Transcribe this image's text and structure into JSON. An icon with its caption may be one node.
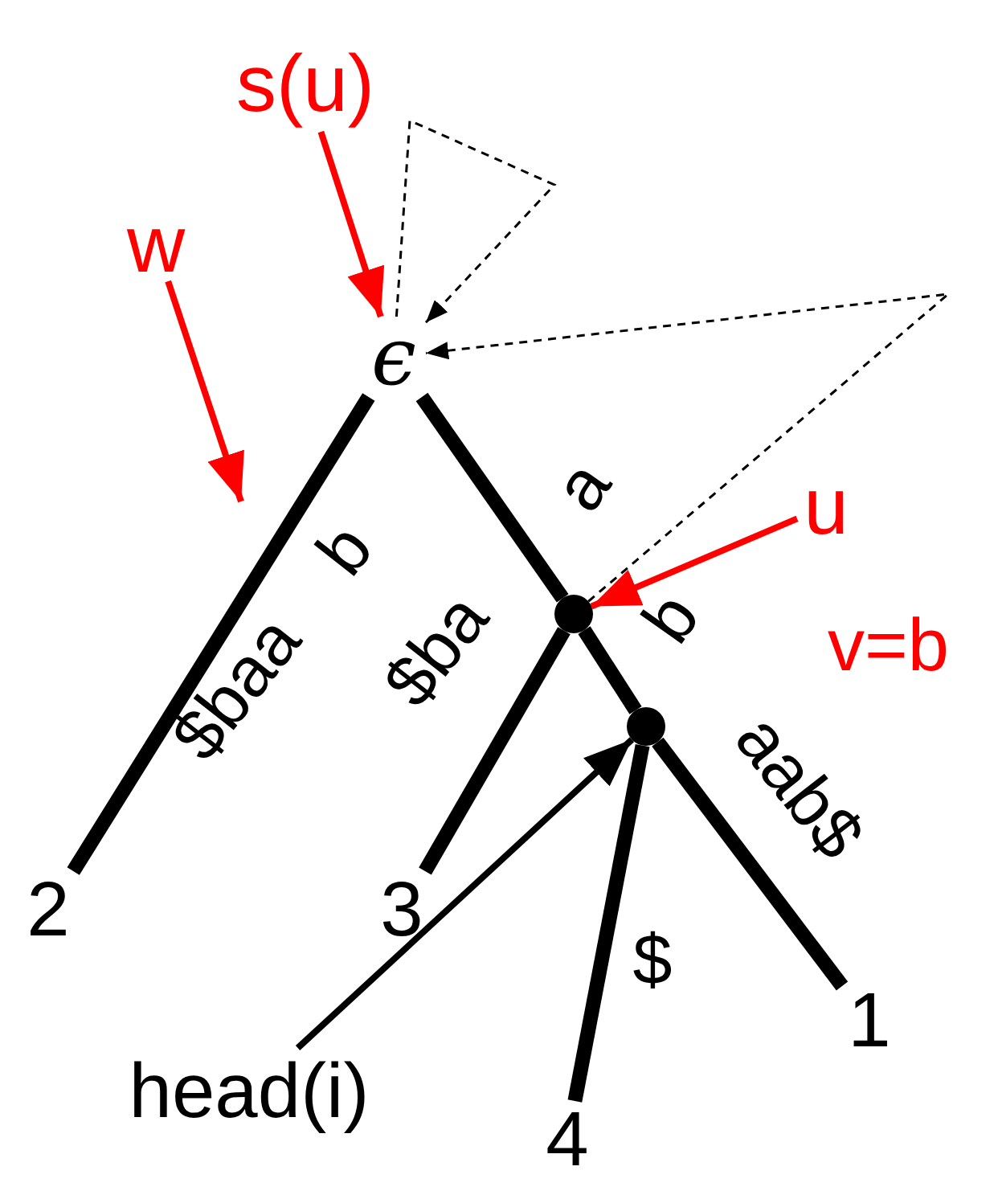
{
  "diagram": {
    "nodes": [
      {
        "text": [
          "ϵ"
        ]
      },
      {
        "text": [],
        "shape": "circle"
      },
      {
        "text": [],
        "shape": "circle"
      },
      {
        "text": [
          "2"
        ]
      },
      {
        "text": [
          "3"
        ]
      },
      {
        "text": [
          "1"
        ]
      },
      {
        "text": [
          "4"
        ]
      },
      {
        "text": [
          "s(u)"
        ]
      },
      {
        "text": [
          "w"
        ]
      },
      {
        "text": [
          "u"
        ]
      },
      {
        "text": [
          "head(i)"
        ]
      }
    ],
    "edges": [
      {
        "from": 0,
        "to": 3,
        "arrow": "none",
        "label": "$baa b",
        "style": "thick"
      },
      {
        "from": 0,
        "to": 1,
        "arrow": "none",
        "label": "a",
        "style": "thick"
      },
      {
        "from": 1,
        "to": 4,
        "arrow": "none",
        "label": "$ba",
        "style": "thick"
      },
      {
        "from": 1,
        "to": 2,
        "arrow": "none",
        "label": "b",
        "style": "thick"
      },
      {
        "from": 2,
        "to": 5,
        "arrow": "none",
        "label": "aab$",
        "style": "thick"
      },
      {
        "from": 2,
        "to": 6,
        "arrow": "none",
        "label": "$",
        "style": "thick"
      },
      {
        "from": 7,
        "to": 0,
        "arrow": "to",
        "color": "#ff0000"
      },
      {
        "from": 8,
        "to": null,
        "arrow": "to",
        "color": "#ff0000"
      },
      {
        "from": 9,
        "to": 1,
        "arrow": "to",
        "color": "#ff0000"
      },
      {
        "from": 10,
        "to": 2,
        "arrow": "to"
      },
      {
        "from": 0,
        "to": 0,
        "arrow": "to",
        "style": "dashed"
      },
      {
        "from": 1,
        "to": 0,
        "arrow": "to",
        "style": "dashed"
      }
    ],
    "labels": [
      "v=b"
    ]
  }
}
